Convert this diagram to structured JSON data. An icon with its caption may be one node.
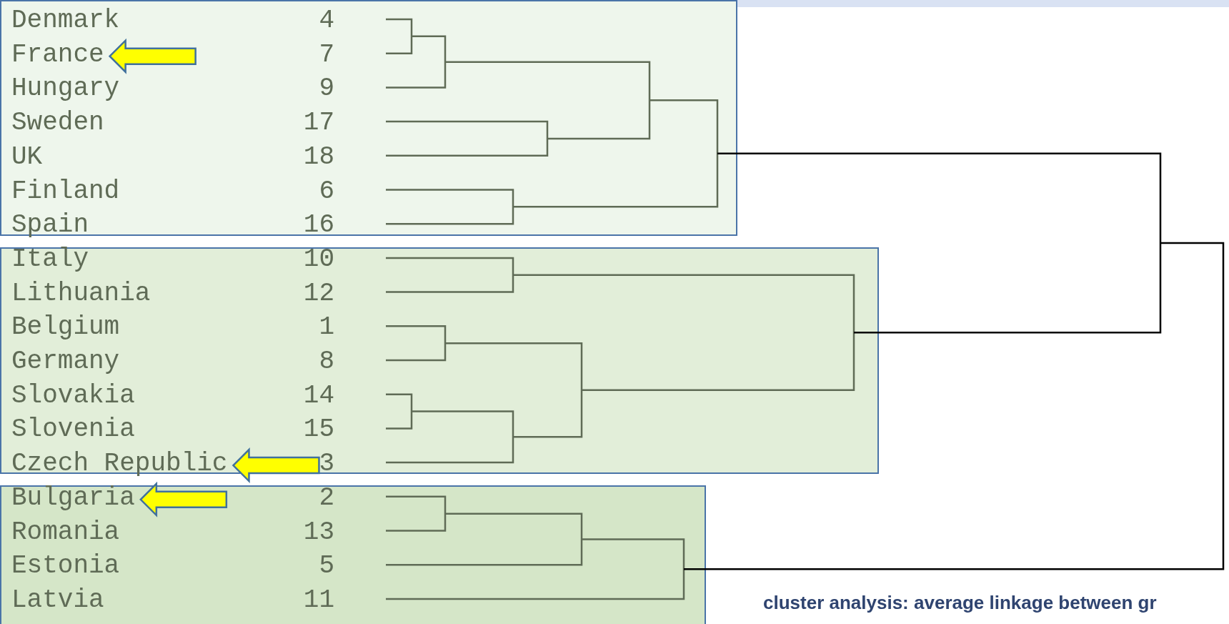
{
  "diagram": {
    "caption": "cluster analysis: average linkage between gr",
    "nodes": [
      {
        "text": [],
        "shape": "box"
      },
      {
        "text": [
          "Denmark"
        ],
        "in": 0
      },
      {
        "text": [
          "France"
        ],
        "in": 0
      },
      {
        "text": [
          "Hungary"
        ],
        "in": 0
      },
      {
        "text": [
          "Sweden"
        ],
        "in": 0
      },
      {
        "text": [
          "UK"
        ],
        "in": 0
      },
      {
        "text": [
          "Finland"
        ],
        "in": 0
      },
      {
        "text": [
          "Spain"
        ],
        "in": 0
      },
      {
        "text": [],
        "shape": "box"
      },
      {
        "text": [
          "Italy"
        ],
        "in": 8
      },
      {
        "text": [
          "Lithuania"
        ],
        "in": 8
      },
      {
        "text": [
          "Belgium"
        ],
        "in": 8
      },
      {
        "text": [
          "Germany"
        ],
        "in": 8
      },
      {
        "text": [
          "Slovakia"
        ],
        "in": 8
      },
      {
        "text": [
          "Slovenia"
        ],
        "in": 8
      },
      {
        "text": [
          "Czech Republic"
        ],
        "in": 8
      },
      {
        "text": [],
        "shape": "box"
      },
      {
        "text": [
          "Bulgaria"
        ],
        "in": 16
      },
      {
        "text": [
          "Romania"
        ],
        "in": 16
      },
      {
        "text": [
          "Estonia"
        ],
        "in": 16
      },
      {
        "text": [
          "Latvia"
        ],
        "in": 16
      }
    ],
    "edges": [
      {
        "from": null,
        "to": 2,
        "arrow": "to"
      },
      {
        "from": null,
        "to": 15,
        "arrow": "to"
      },
      {
        "from": null,
        "to": 17,
        "arrow": "to"
      }
    ],
    "labels": [
      "4",
      "7",
      "9",
      "17",
      "18",
      "6",
      "16",
      "10",
      "12",
      "1",
      "8",
      "14",
      "15",
      "3",
      "2",
      "13",
      "5",
      "11"
    ]
  }
}
